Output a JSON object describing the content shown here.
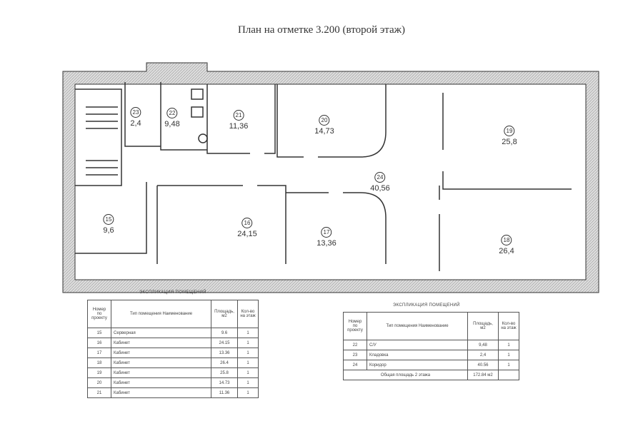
{
  "title": "План на отметке 3.200 (второй этаж)",
  "rooms": [
    {
      "num": "23",
      "area": "2,4"
    },
    {
      "num": "22",
      "area": "9,48"
    },
    {
      "num": "21",
      "area": "11,36"
    },
    {
      "num": "20",
      "area": "14,73"
    },
    {
      "num": "19",
      "area": "25,8"
    },
    {
      "num": "24",
      "area": "40,56"
    },
    {
      "num": "15",
      "area": "9,6"
    },
    {
      "num": "16",
      "area": "24,15"
    },
    {
      "num": "17",
      "area": "13,36"
    },
    {
      "num": "18",
      "area": "26,4"
    }
  ],
  "table_left": {
    "caption": "ЭКСПЛИКАЦИЯ ПОМЕЩЕНИЙ",
    "headers": [
      "Номер по проекту",
      "Тип помещения Наименование",
      "Площадь, м2",
      "Кол-во на этаж"
    ],
    "rows": [
      [
        "15",
        "Серверная",
        "9.6",
        "1"
      ],
      [
        "16",
        "Кабинет",
        "24.15",
        "1"
      ],
      [
        "17",
        "Кабинет",
        "13.36",
        "1"
      ],
      [
        "18",
        "Кабинет",
        "26.4",
        "1"
      ],
      [
        "19",
        "Кабинет",
        "25.8",
        "1"
      ],
      [
        "20",
        "Кабинет",
        "14.73",
        "1"
      ],
      [
        "21",
        "Кабинет",
        "11.36",
        "1"
      ]
    ]
  },
  "table_right": {
    "caption": "ЭКСПЛИКАЦИЯ ПОМЕЩЕНИЙ",
    "headers": [
      "Номер по проекту",
      "Тип помещения Наименование",
      "Площадь, м2",
      "Кол-во на этаж"
    ],
    "rows": [
      [
        "22",
        "С/У",
        "9,48",
        "1"
      ],
      [
        "23",
        "Кладовка",
        "2,4",
        "1"
      ],
      [
        "24",
        "Коридор",
        "40.56",
        "1"
      ]
    ],
    "total_label": "Общая площадь 2 этажа",
    "total_value": "172.84 м2"
  }
}
